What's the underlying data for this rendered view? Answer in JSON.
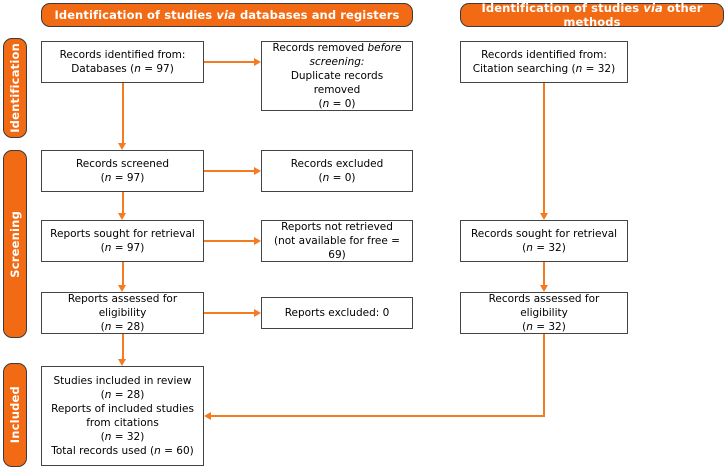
{
  "diagram": {
    "type": "prisma-flow-diagram",
    "accent_color": "#F26A14",
    "connector_color": "#F47B20",
    "box_border_color": "#444444",
    "background": "#ffffff"
  },
  "banners": {
    "databases": {
      "pre": "Identification of studies ",
      "italic": "via",
      "post": " databases and registers"
    },
    "other": {
      "pre": "Identification of studies ",
      "italic": "via",
      "post": " other methods"
    }
  },
  "rails": {
    "identification": "Identification",
    "screening": "Screening",
    "included": "Included"
  },
  "boxes": {
    "records_identified": {
      "line1": "Records identified from:",
      "line2_pre": "Databases (",
      "line2_italic": "n",
      "line2_post": " = 97)"
    },
    "records_removed": {
      "line1_pre": "Records removed ",
      "line1_italic": "before",
      "line2_italic": "screening:",
      "line3": "Duplicate records removed",
      "line4_pre": "(",
      "line4_italic": "n",
      "line4_post": " = 0)"
    },
    "records_screened": {
      "line1": "Records screened",
      "line2_pre": "(",
      "line2_italic": "n",
      "line2_post": " = 97)"
    },
    "records_excluded": {
      "line1": "Records excluded",
      "line2_pre": "(",
      "line2_italic": "n",
      "line2_post": " = 0)"
    },
    "reports_sought": {
      "line1": "Reports sought for retrieval",
      "line2_pre": "(",
      "line2_italic": "n",
      "line2_post": " = 97)"
    },
    "reports_not_retrieved": {
      "line1": "Reports not retrieved",
      "line2": "(not available for free = 69)"
    },
    "reports_assessed": {
      "line1": "Reports assessed for eligibility",
      "line2_pre": "(",
      "line2_italic": "n",
      "line2_post": " = 28)"
    },
    "reports_excluded": {
      "line1": "Reports excluded: 0"
    },
    "citation_identified": {
      "line1": "Records identified from:",
      "line2_pre": "Citation searching (",
      "line2_italic": "n",
      "line2_post": " = 32)"
    },
    "records_sought_right": {
      "line1": "Records sought for retrieval",
      "line2_pre": "(",
      "line2_italic": "n",
      "line2_post": " = 32)"
    },
    "records_assessed_right": {
      "line1": "Records assessed for eligibility",
      "line2_pre": "(",
      "line2_italic": "n",
      "line2_post": " = 32)"
    },
    "studies_included": {
      "line1": "Studies included in review",
      "line2_pre": "(",
      "line2_italic": "n",
      "line2_post": " = 28)",
      "line3": "Reports of included studies",
      "line4": "from citations",
      "line5_pre": "(",
      "line5_italic": "n",
      "line5_post": " = 32)",
      "line6_pre": "Total records used (",
      "line6_italic": "n",
      "line6_post": " = 60)"
    }
  }
}
